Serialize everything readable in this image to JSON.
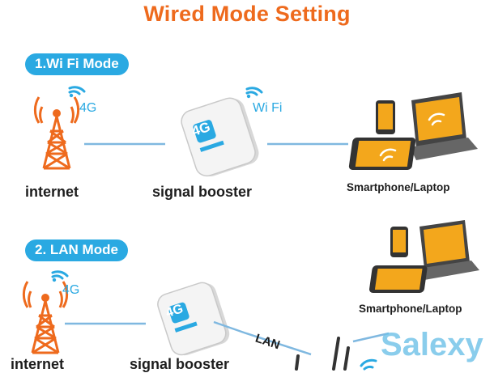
{
  "title": "Wired Mode Setting",
  "mode1": {
    "badge": "1.Wi Fi Mode",
    "tower_signal": "4G",
    "booster_signal": "Wi Fi",
    "tower_label": "internet",
    "booster_label": "signal booster",
    "devices_label": "Smartphone/Laptop"
  },
  "mode2": {
    "badge": "2. LAN Mode",
    "tower_signal": "4G",
    "cable_label": "LAN",
    "tower_label": "internet",
    "booster_label": "signal booster",
    "devices_label": "Smartphone/Laptop"
  },
  "booster_badge": "4G",
  "watermark": "Salexy",
  "colors": {
    "orange": "#ee6a1d",
    "blue": "#2aa9e2",
    "line": "#7fb8e0",
    "text": "#1d1d1d"
  }
}
